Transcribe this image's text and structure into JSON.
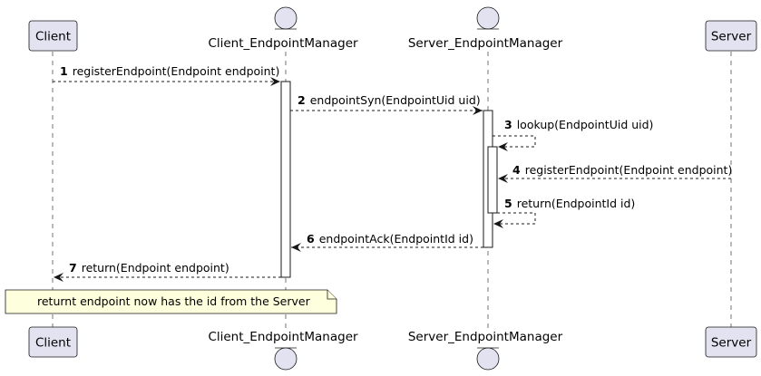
{
  "participants": [
    {
      "id": "client",
      "label": "Client",
      "kind": "box"
    },
    {
      "id": "cem",
      "label": "Client_EndpointManager",
      "kind": "entity"
    },
    {
      "id": "sem",
      "label": "Server_EndpointManager",
      "kind": "entity"
    },
    {
      "id": "server",
      "label": "Server",
      "kind": "box"
    }
  ],
  "messages": [
    {
      "num": "1",
      "text": "registerEndpoint(Endpoint endpoint)"
    },
    {
      "num": "2",
      "text": "endpointSyn(EndpointUid uid)"
    },
    {
      "num": "3",
      "text": "lookup(EndpointUid uid)"
    },
    {
      "num": "4",
      "text": "registerEndpoint(Endpoint endpoint)"
    },
    {
      "num": "5",
      "text": "return(EndpointId id)"
    },
    {
      "num": "6",
      "text": "endpointAck(EndpointId id)"
    },
    {
      "num": "7",
      "text": "return(Endpoint endpoint)"
    }
  ],
  "note": {
    "text": "returnt endpoint now has the id from the Server"
  },
  "colors": {
    "participant_fill": "#E2E2F0",
    "participant_stroke": "#181818",
    "lifeline": "#181818",
    "arrow": "#181818",
    "note_fill": "#FEFFDD",
    "note_stroke": "#181818"
  }
}
